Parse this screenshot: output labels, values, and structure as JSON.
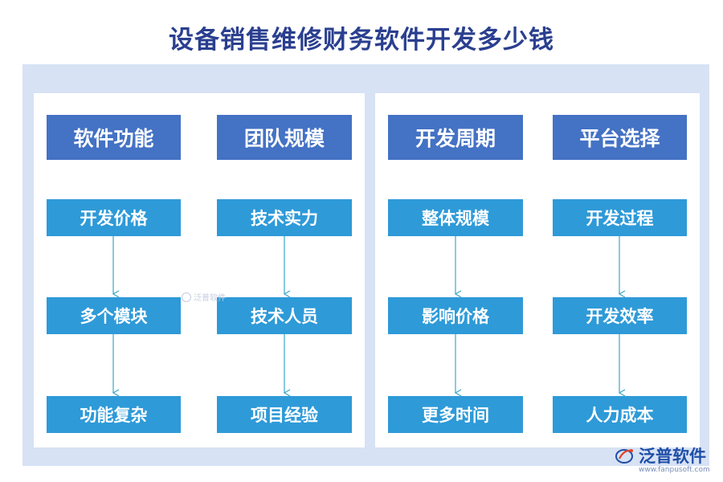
{
  "title": "设备销售维修财务软件开发多少钱",
  "columns": [
    {
      "header": "软件功能",
      "items": [
        "开发价格",
        "多个模块",
        "功能复杂"
      ]
    },
    {
      "header": "团队规模",
      "items": [
        "技术实力",
        "技术人员",
        "项目经验"
      ]
    },
    {
      "header": "开发周期",
      "items": [
        "整体规模",
        "影响价格",
        "更多时间"
      ]
    },
    {
      "header": "平台选择",
      "items": [
        "开发过程",
        "开发效率",
        "人力成本"
      ]
    }
  ],
  "watermark": "泛普软件",
  "brand": {
    "name": "泛普软件",
    "url": "www.fanpusoft.com"
  },
  "colors": {
    "title": "#2a3f8f",
    "header_box": "#4472c4",
    "item_box": "#2e9ad8",
    "arrow": "#3aa6c8",
    "frame": "#d8e2f5"
  }
}
